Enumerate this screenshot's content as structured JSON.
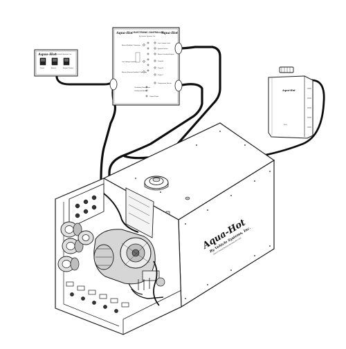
{
  "remote_switch_panel": {
    "logo": "Aqua-Hot",
    "subtitle": "By Vehicle Systems, Inc.",
    "switch_labels": [
      "Diesel",
      "Electric",
      "Engine Preheat"
    ]
  },
  "electronic_controller": {
    "logo": "Aqua-Hot",
    "title": "ELECTRONIC CONTROLLER",
    "subtitle": "By Vehicle Systems, Inc.",
    "left_labels": [
      "Burner Enabled / Operating",
      "Low Voltage Interlock",
      "Electric Element Enabled / Operating"
    ],
    "right_labels": [
      "Low Coolant Level",
      "Ignition Failure",
      "Burner Overheat Engine",
      "Pump A",
      "Pump B",
      "Pump C",
      "Temperature Sensor",
      "Circulating Pump Active",
      "Cooling Fan Active",
      "Output Power"
    ]
  },
  "coolant_reservoir": {
    "label": "Aqua-Hot",
    "tick_label": "FULL"
  },
  "heater_unit": {
    "brand": "Aqua-Hot",
    "maker": "By Vehicle Systems, Inc.",
    "tagline": "Hydronic Heating Systems Manufactured in USA"
  },
  "colors": {
    "line": "#1a1a1a",
    "cable": "#0d0d0d",
    "panel_fill": "#ffffff",
    "shade": "#dcdcdc",
    "shade_dark": "#9a9a9a"
  }
}
